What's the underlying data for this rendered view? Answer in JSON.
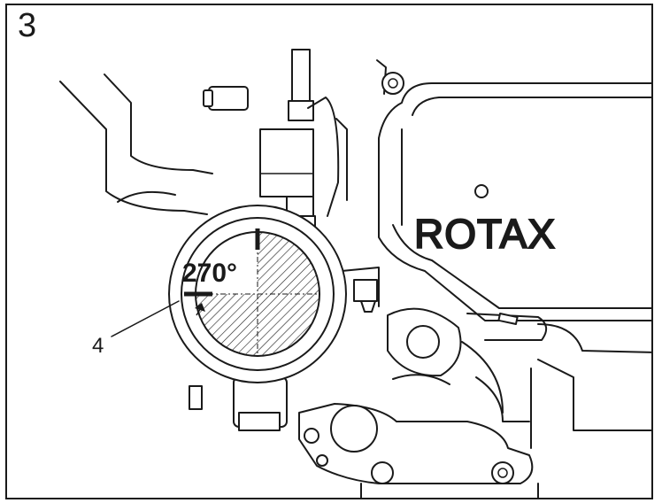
{
  "figure": {
    "number": "3",
    "callout": "4",
    "angle_label": "270°",
    "logo_text": "ROTAX"
  },
  "colors": {
    "ink": "#1a1a1a",
    "paper": "#ffffff"
  },
  "icons": [
    "rotation-arrow-icon",
    "hatched-mark-icon"
  ]
}
